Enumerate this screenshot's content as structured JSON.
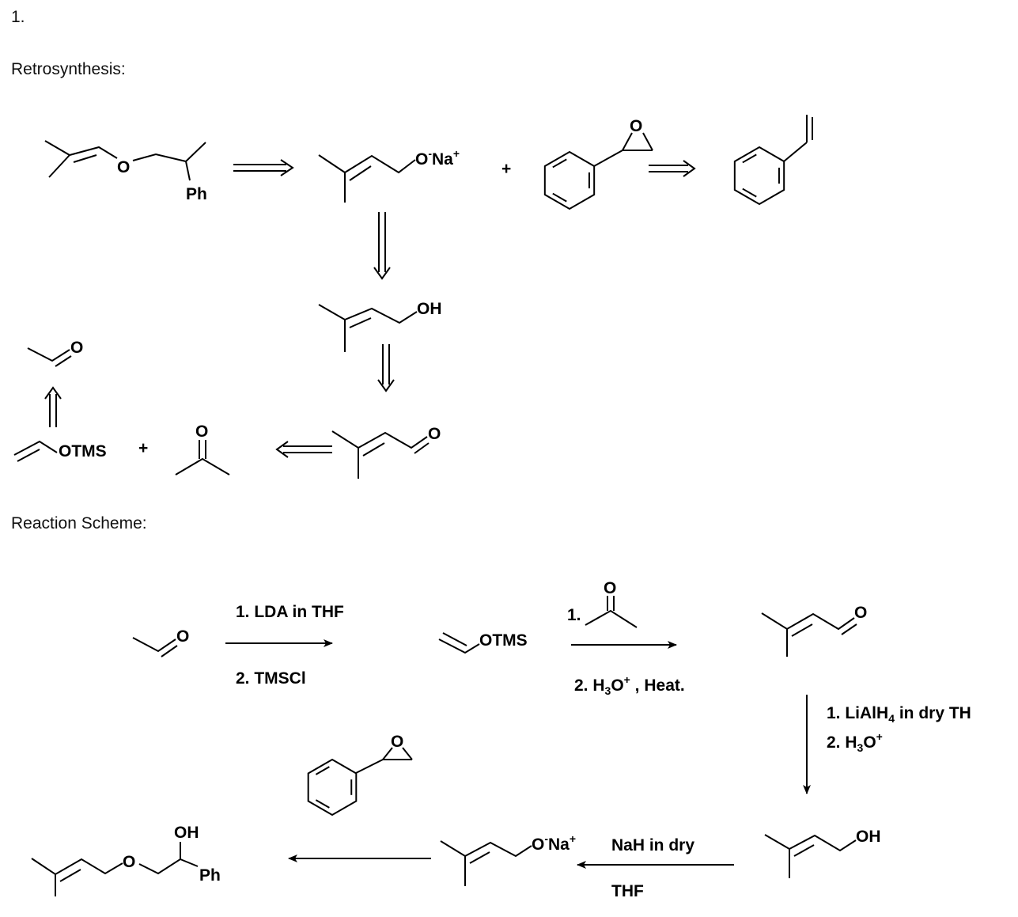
{
  "problem_number": "1.",
  "retrosynthesis": {
    "heading": "Retrosynthesis:",
    "target_label": "Ph",
    "alkoxide": {
      "o": "O",
      "minus": "-",
      "na": "Na",
      "plus": "+"
    },
    "plus_1": "+",
    "epoxide_o": "O",
    "prenol_oh": "OH",
    "prenal_o": "O",
    "acetone_o": "O",
    "plus_2": "+",
    "silyl_enol_ether": "OTMS",
    "acetaldehyde_o": "O"
  },
  "reaction_scheme": {
    "heading": "Reaction Scheme:",
    "acetaldehyde_o": "O",
    "step1": {
      "line1": "1. LDA in THF",
      "line2": "2. TMSCl"
    },
    "silyl_enol_ether": "OTMS",
    "step2": {
      "line1": "1.",
      "acetone_o": "O",
      "line2_a": "2. H",
      "line2_sub": "3",
      "line2_b": "O",
      "line2_sup": "+",
      "line2_c": " , Heat."
    },
    "prenal_o": "O",
    "step3": {
      "line1_a": "1.  LiAlH",
      "line1_sub": "4",
      "line1_b": " in dry TH",
      "line2_a": "2. H",
      "line2_sub": "3",
      "line2_b": "O",
      "line2_sup": "+"
    },
    "prenol_oh": "OH",
    "step4": {
      "line1": "NaH in dry",
      "line2": "THF"
    },
    "alkoxide": {
      "o": "O",
      "minus": "-",
      "na": "Na",
      "plus": "+"
    },
    "epoxide_o": "O",
    "product_oh": "OH",
    "product_o": "O",
    "product_ph": "Ph"
  }
}
